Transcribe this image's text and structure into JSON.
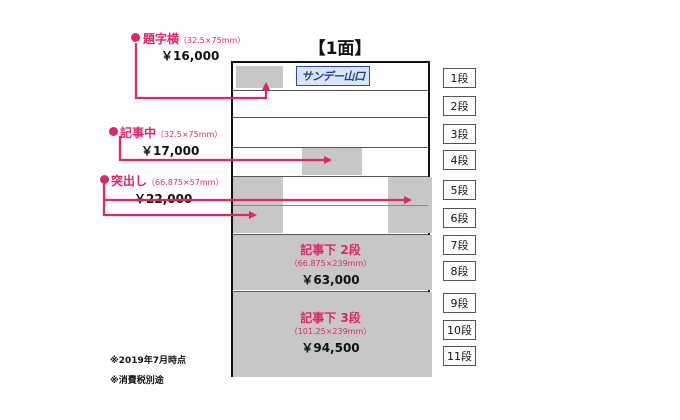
{
  "title": "【1面】",
  "logo_text": "サンデー山口",
  "annotations": {
    "daiji": {
      "title": "題字横",
      "size": "（32.5×75mm）",
      "price": "￥16,000"
    },
    "kijinaka": {
      "title": "記事中",
      "size": "（32.5×75mm）",
      "price": "￥17,000"
    },
    "tsukidashi": {
      "title": "突出し",
      "size": "（66.875×57mm）",
      "price": "￥22,000"
    }
  },
  "blocks": {
    "kijishita2": {
      "title": "記事下 2段",
      "size": "（66.875×239mm）",
      "price": "￥63,000"
    },
    "kijishita3": {
      "title": "記事下 3段",
      "size": "（101.25×239mm）",
      "price": "￥94,500"
    }
  },
  "tiers": [
    "1段",
    "2段",
    "3段",
    "4段",
    "5段",
    "6段",
    "7段",
    "8段",
    "9段",
    "10段",
    "11段"
  ],
  "notes": [
    "※2019年7月時点",
    "※消費税別途"
  ],
  "colors": {
    "accent": "#e0256b",
    "ad_gray": "#c7c7c7",
    "logo_blue": "#1a3ea3"
  }
}
